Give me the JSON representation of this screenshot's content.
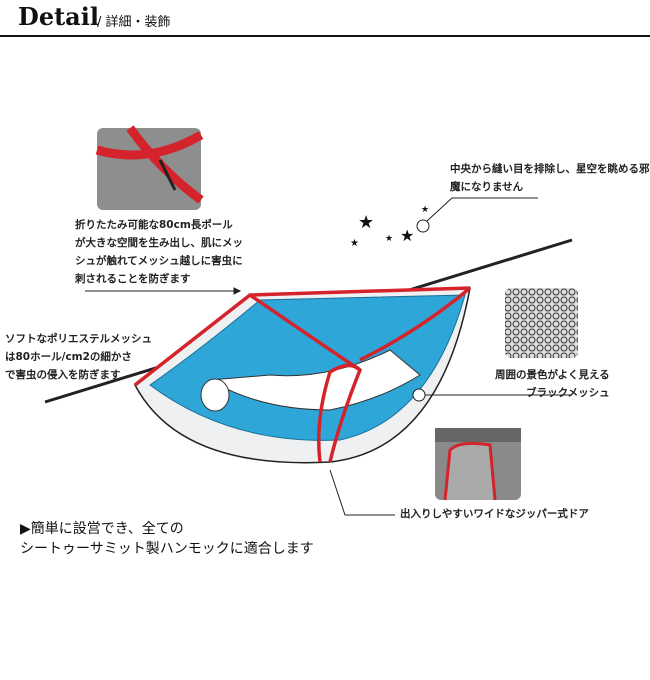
{
  "header": {
    "title": "Detail",
    "subtitle": "/ 詳細・装飾"
  },
  "callouts": {
    "pole": [
      "折りたたみ可能な80cm長ポール",
      "が大きな空間を生み出し、肌にメッ",
      "シュが触れてメッシュ越しに害虫に",
      "刺されることを防ぎます"
    ],
    "mesh": [
      "ソフトなポリエステルメッシュ",
      "は80ホール/cm2の細かさ",
      "で害虫の侵入を防ぎます"
    ],
    "seam": [
      "中央から縫い目を排除し、星空を眺める邪",
      "魔になりません"
    ],
    "black_mesh": [
      "周囲の景色がよく見える",
      "ブラックメッシュ"
    ],
    "door": "出入りしやすいワイドなジッパー式ドア"
  },
  "footer": [
    "▶簡単に設営でき、全ての",
    "シートゥーサミット製ハンモックに適合します"
  ],
  "colors": {
    "accent_red": "#d4232b",
    "hammock_blue": "#2fa6d8",
    "mesh_grey": "#9a9a9a"
  }
}
